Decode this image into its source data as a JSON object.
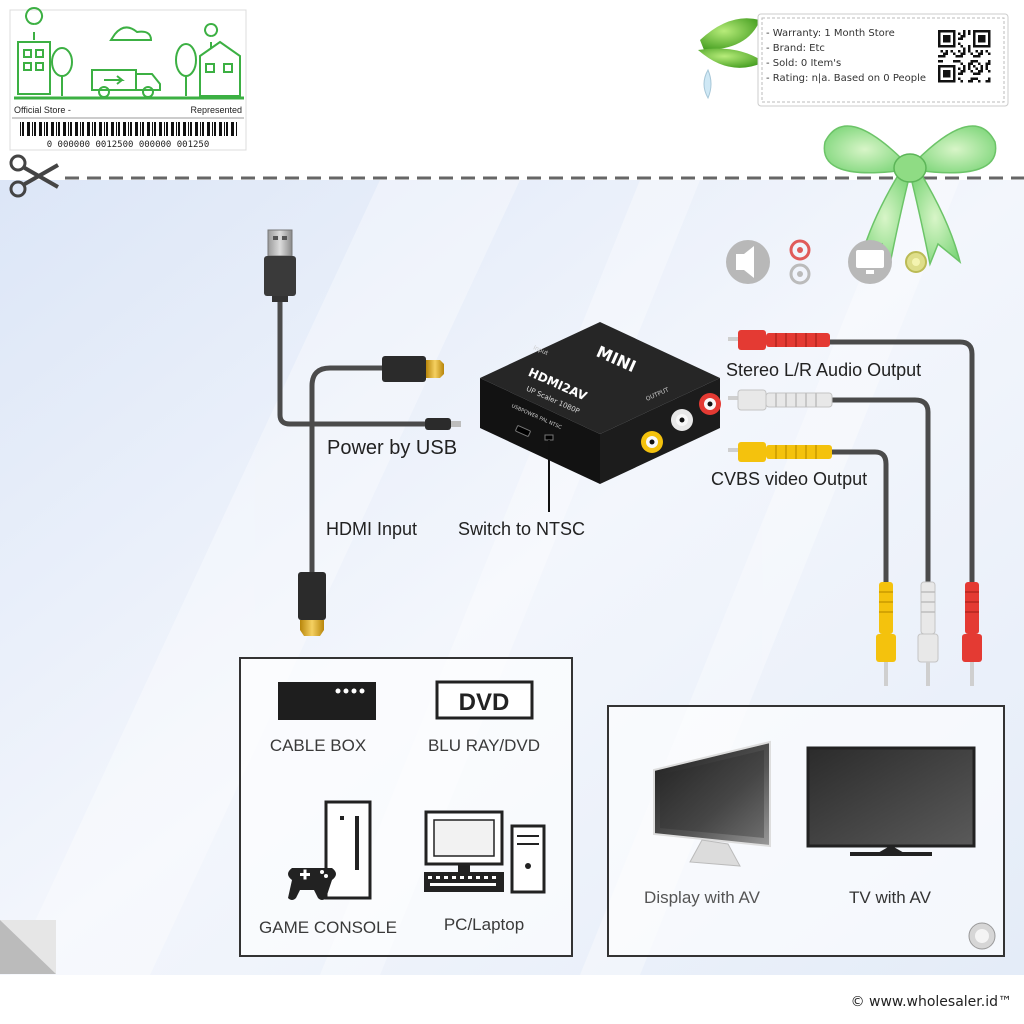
{
  "store_card": {
    "official_store": "Official Store -",
    "represented": "Represented",
    "barcode_text": "0 000000 0012500 000000 001250"
  },
  "info_box": {
    "lines": [
      "- Warranty: 1 Month Store",
      "- Brand: Etc",
      "- Sold: 0 Item's",
      "- Rating: n|a. Based on 0 People"
    ]
  },
  "adapter": {
    "brand": "MINI",
    "model": "HDMI2AV",
    "subtitle": "UP Scaler 1080P",
    "port_label": "USBPOWER  PAL  NTSC",
    "input_label": "Input",
    "output_label": "OUTPUT"
  },
  "labels": {
    "power": "Power by USB",
    "hdmi": "HDMI Input",
    "switch": "Switch to NTSC",
    "audio": "Stereo L/R Audio Output",
    "video": "CVBS video Output"
  },
  "sources": {
    "cable_box": "CABLE BOX",
    "dvd_logo": "DVD",
    "blu_ray": "BLU RAY/DVD",
    "game_console": "GAME CONSOLE",
    "pc_laptop": "PC/Laptop"
  },
  "displays": {
    "display_av": "Display with  AV",
    "tv_av": "TV with AV"
  },
  "footer": {
    "copyright": "© www.wholesaler.id™"
  },
  "colors": {
    "accent_green": "#3cb043",
    "rca_red": "#e43a33",
    "rca_white": "#e8e8e8",
    "rca_yellow": "#f4c20d",
    "panel_blue": "#e6eefa"
  }
}
